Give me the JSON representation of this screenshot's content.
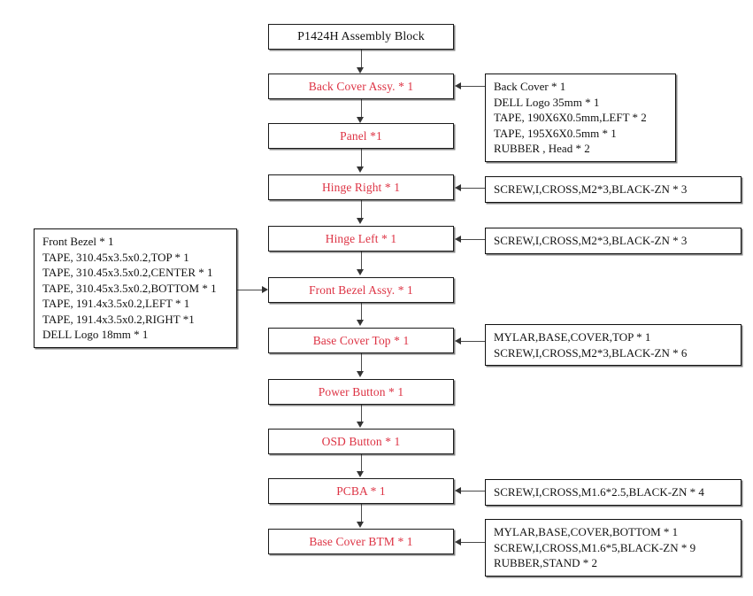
{
  "diagram": {
    "title": "P1424H   Assembly Block",
    "flow_steps": [
      {
        "label": "Back Cover Assy. * 1"
      },
      {
        "label": "Panel *1"
      },
      {
        "label": "Hinge Right  * 1"
      },
      {
        "label": "Hinge Left  * 1"
      },
      {
        "label": "Front Bezel Assy. * 1"
      },
      {
        "label": "Base Cover Top  * 1"
      },
      {
        "label": "Power Button  * 1"
      },
      {
        "label": "OSD Button  * 1"
      },
      {
        "label": "PCBA * 1"
      },
      {
        "label": "Base Cover BTM  * 1"
      }
    ],
    "notes_right": [
      {
        "lines": [
          "Back Cover * 1",
          "DELL Logo 35mm  * 1",
          "TAPE, 190X6X0.5mm,LEFT * 2",
          "TAPE, 195X6X0.5mm * 1",
          "RUBBER , Head * 2"
        ]
      },
      {
        "lines": [
          "SCREW,I,CROSS,M2*3,BLACK-ZN * 3"
        ]
      },
      {
        "lines": [
          "SCREW,I,CROSS,M2*3,BLACK-ZN * 3"
        ]
      },
      {
        "lines": [
          "MYLAR,BASE,COVER,TOP * 1",
          "SCREW,I,CROSS,M2*3,BLACK-ZN * 6"
        ]
      },
      {
        "lines": [
          "SCREW,I,CROSS,M1.6*2.5,BLACK-ZN * 4"
        ]
      },
      {
        "lines": [
          "MYLAR,BASE,COVER,BOTTOM * 1",
          "SCREW,I,CROSS,M1.6*5,BLACK-ZN * 9",
          "RUBBER,STAND * 2"
        ]
      }
    ],
    "note_left": {
      "lines": [
        "Front Bezel * 1",
        "TAPE, 310.45x3.5x0.2,TOP * 1",
        "TAPE, 310.45x3.5x0.2,CENTER * 1",
        "TAPE, 310.45x3.5x0.2,BOTTOM * 1",
        "TAPE, 191.4x3.5x0.2,LEFT * 1",
        "TAPE, 191.4x3.5x0.2,RIGHT *1",
        "DELL Logo 18mm * 1"
      ]
    },
    "colors": {
      "step_text": "#dd3344",
      "note_text": "#111111",
      "border": "#1a1a1a",
      "connector": "#4a4a4a"
    }
  }
}
